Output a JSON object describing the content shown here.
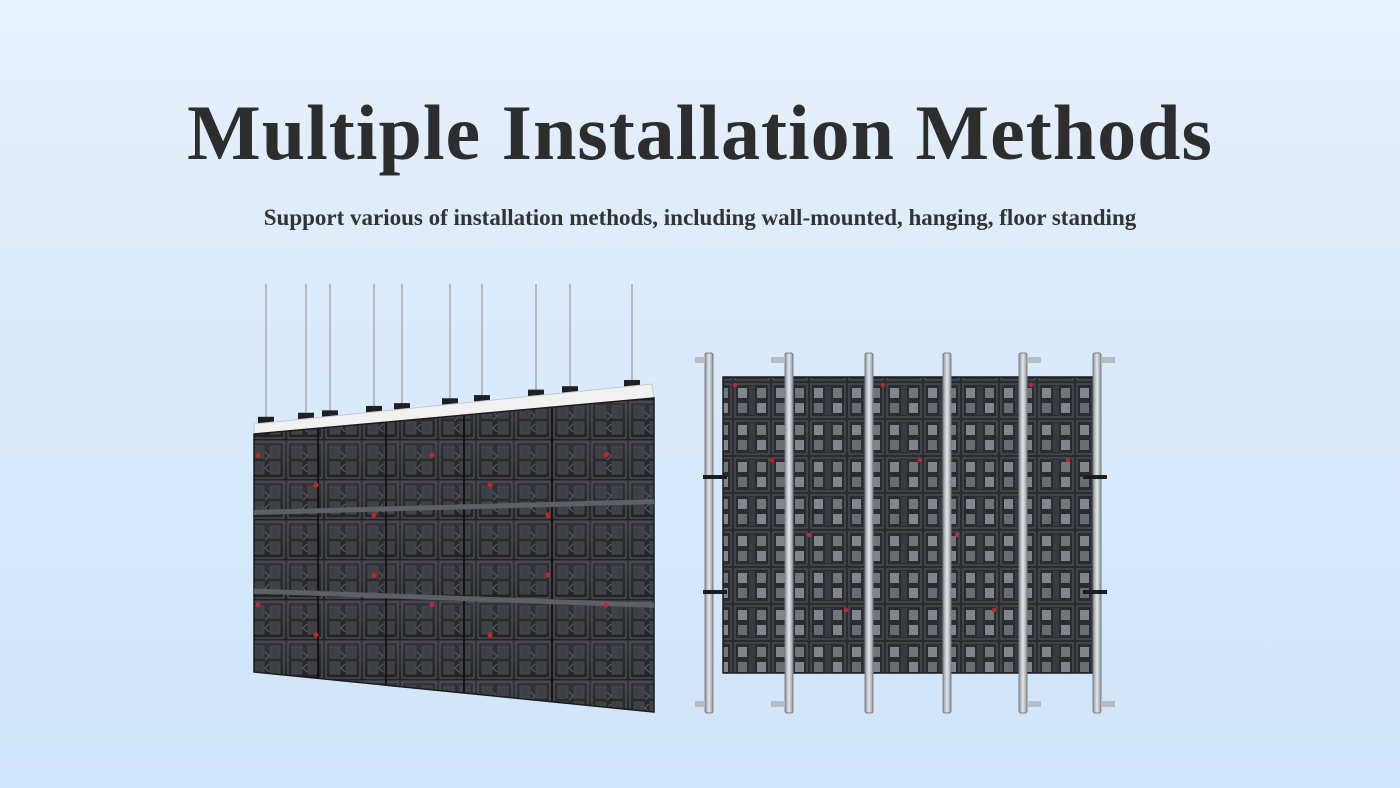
{
  "title": "Multiple Installation Methods",
  "subtitle": "Support various of installation methods, including wall-mounted, hanging, floor standing",
  "illustrations": [
    {
      "name": "hanging-led-wall",
      "description_colors": {
        "panel": "#2a2b2e",
        "frame": "#f2f2f2",
        "accent": "#c8242b"
      }
    },
    {
      "name": "floor-standing-led-wall",
      "description_colors": {
        "panel": "#2b2c30",
        "frame": "#b9bcc2",
        "accent": "#c8242b"
      }
    }
  ],
  "colors": {
    "title": "#2d2d2d",
    "subtitle": "#333333",
    "bg_top": "#e9f0fd",
    "bg_bottom": "#cfe5fb"
  }
}
